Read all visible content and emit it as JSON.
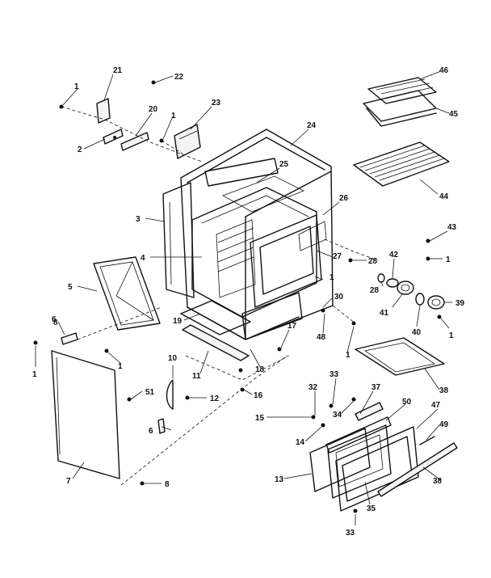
{
  "labels": [
    {
      "id": "l1a",
      "text": "1"
    },
    {
      "id": "l1b",
      "text": "1"
    },
    {
      "id": "l1c",
      "text": "1"
    },
    {
      "id": "l1d",
      "text": "1"
    },
    {
      "id": "l1e",
      "text": "1"
    },
    {
      "id": "l1f",
      "text": "1"
    },
    {
      "id": "l1g",
      "text": "1"
    },
    {
      "id": "l1h",
      "text": "1"
    },
    {
      "id": "l2",
      "text": "2"
    },
    {
      "id": "l3",
      "text": "3"
    },
    {
      "id": "l4",
      "text": "4"
    },
    {
      "id": "l5",
      "text": "5"
    },
    {
      "id": "l6a",
      "text": "6"
    },
    {
      "id": "l6b",
      "text": "6"
    },
    {
      "id": "l7",
      "text": "7"
    },
    {
      "id": "l8a",
      "text": "8"
    },
    {
      "id": "l8b",
      "text": "8"
    },
    {
      "id": "l10",
      "text": "10"
    },
    {
      "id": "l11",
      "text": "11"
    },
    {
      "id": "l12",
      "text": "12"
    },
    {
      "id": "l13",
      "text": "13"
    },
    {
      "id": "l14",
      "text": "14"
    },
    {
      "id": "l15",
      "text": "15"
    },
    {
      "id": "l16",
      "text": "16"
    },
    {
      "id": "l17",
      "text": "17"
    },
    {
      "id": "l18",
      "text": "18"
    },
    {
      "id": "l19",
      "text": "19"
    },
    {
      "id": "l20",
      "text": "20"
    },
    {
      "id": "l21",
      "text": "21"
    },
    {
      "id": "l22",
      "text": "22"
    },
    {
      "id": "l23",
      "text": "23"
    },
    {
      "id": "l24",
      "text": "24"
    },
    {
      "id": "l25",
      "text": "25"
    },
    {
      "id": "l26",
      "text": "26"
    },
    {
      "id": "l27",
      "text": "27"
    },
    {
      "id": "l28a",
      "text": "28"
    },
    {
      "id": "l28b",
      "text": "28"
    },
    {
      "id": "l30",
      "text": "30"
    },
    {
      "id": "l32",
      "text": "32"
    },
    {
      "id": "l33a",
      "text": "33"
    },
    {
      "id": "l33b",
      "text": "33"
    },
    {
      "id": "l34",
      "text": "34"
    },
    {
      "id": "l35",
      "text": "35"
    },
    {
      "id": "l37",
      "text": "37"
    },
    {
      "id": "l38a",
      "text": "38"
    },
    {
      "id": "l38b",
      "text": "38"
    },
    {
      "id": "l39",
      "text": "39"
    },
    {
      "id": "l40",
      "text": "40"
    },
    {
      "id": "l41",
      "text": "41"
    },
    {
      "id": "l42",
      "text": "42"
    },
    {
      "id": "l43",
      "text": "43"
    },
    {
      "id": "l44",
      "text": "44"
    },
    {
      "id": "l45",
      "text": "45"
    },
    {
      "id": "l46",
      "text": "46"
    },
    {
      "id": "l47",
      "text": "47"
    },
    {
      "id": "l48",
      "text": "48"
    },
    {
      "id": "l49",
      "text": "49"
    },
    {
      "id": "l50",
      "text": "50"
    },
    {
      "id": "l51",
      "text": "51"
    }
  ]
}
